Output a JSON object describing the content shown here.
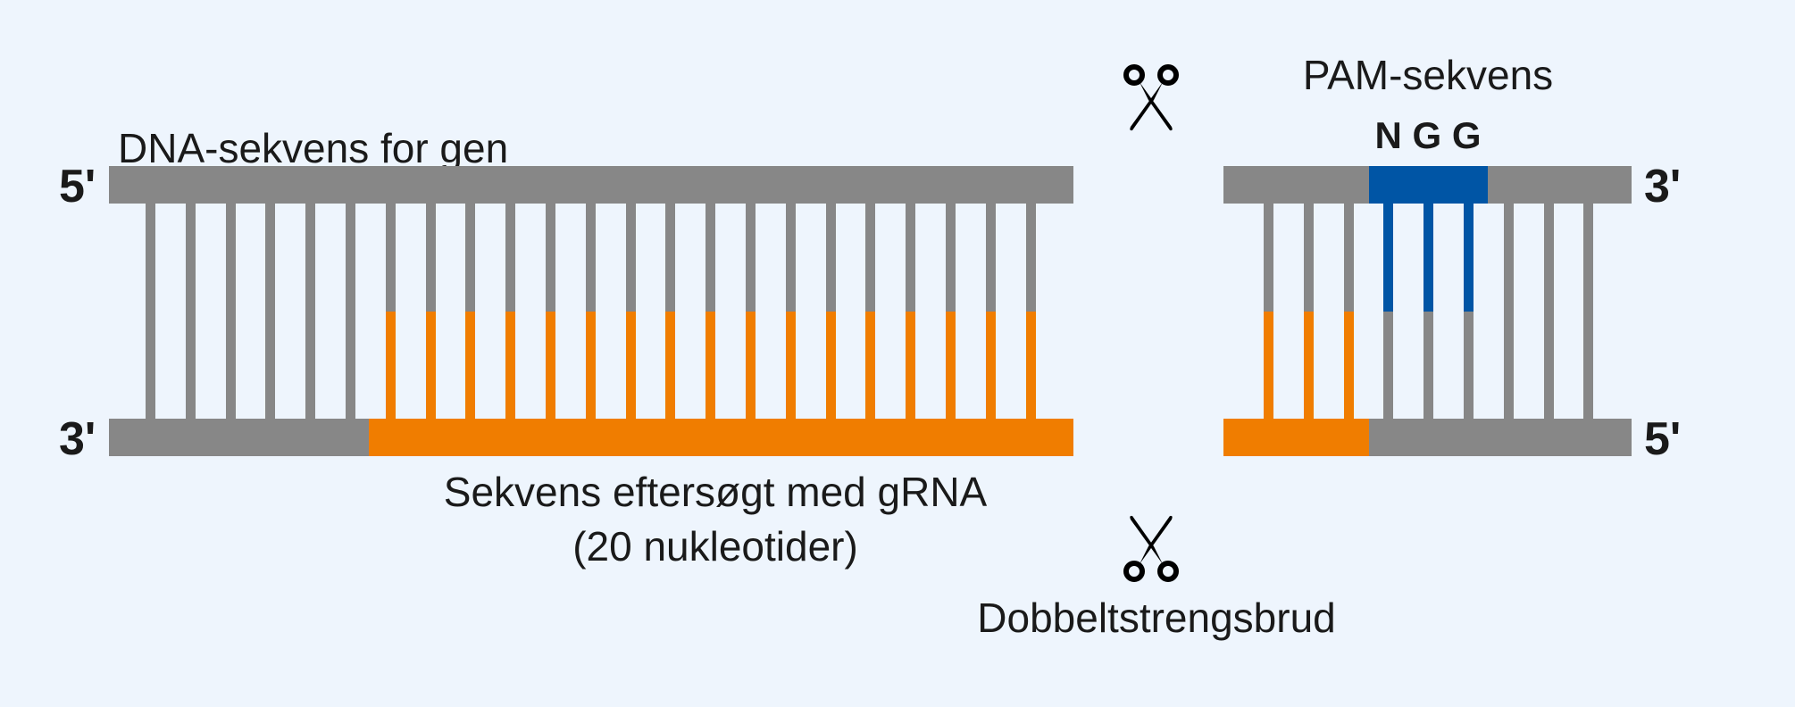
{
  "labels": {
    "gene_sequence": "DNA-sekvens for gen",
    "pam_title": "PAM-sekvens",
    "pam_motif": "N G G",
    "grna_target_line1": "Sekvens eftersøgt med gRNA",
    "grna_target_line2": "(20 nukleotider)",
    "double_strand_break": "Dobbeltstrengsbrud"
  },
  "ends": {
    "left_top": "5'",
    "left_bottom": "3'",
    "right_top": "3'",
    "right_bottom": "5'"
  },
  "icons": {
    "top_cut": "scissors-icon",
    "bottom_cut": "scissors-icon"
  },
  "colors": {
    "background": "#eef5fd",
    "strand": "#878787",
    "grna_target": "#f07d00",
    "pam": "#0055a5"
  },
  "structure": {
    "left_fragment_base_pairs": 23,
    "left_unmatched_base_pairs": 6,
    "right_fragment_base_pairs": 9,
    "right_grna_base_pairs": 3,
    "pam_base_pairs": 3,
    "grna_length_nucleotides": 20
  }
}
